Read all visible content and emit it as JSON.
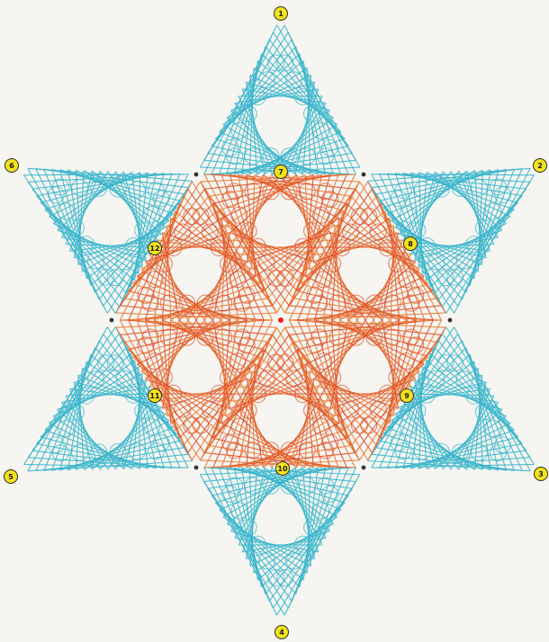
{
  "colors": {
    "paper": "#f6f5f1",
    "outer_thread": "#3cb6cc",
    "inner_thread": "#e0502a",
    "inner_thread_alt": "#ea7a36",
    "badge_fill": "#f4e21d",
    "badge_stroke": "#2a2a2a",
    "vertex_dot": "#333333",
    "center_dot": "#ff1a1a"
  },
  "badges": [
    {
      "id": "1",
      "label": "1",
      "group": "outer"
    },
    {
      "id": "2",
      "label": "2",
      "group": "outer"
    },
    {
      "id": "3",
      "label": "3",
      "group": "outer"
    },
    {
      "id": "4",
      "label": "4",
      "group": "outer"
    },
    {
      "id": "5",
      "label": "5",
      "group": "outer"
    },
    {
      "id": "6",
      "label": "6",
      "group": "outer"
    },
    {
      "id": "7",
      "label": "7",
      "group": "inner"
    },
    {
      "id": "8",
      "label": "8",
      "group": "inner"
    },
    {
      "id": "9",
      "label": "9",
      "group": "inner"
    },
    {
      "id": "10",
      "label": "10",
      "group": "inner"
    },
    {
      "id": "11",
      "label": "11",
      "group": "inner"
    },
    {
      "id": "12",
      "label": "12",
      "group": "inner"
    }
  ]
}
